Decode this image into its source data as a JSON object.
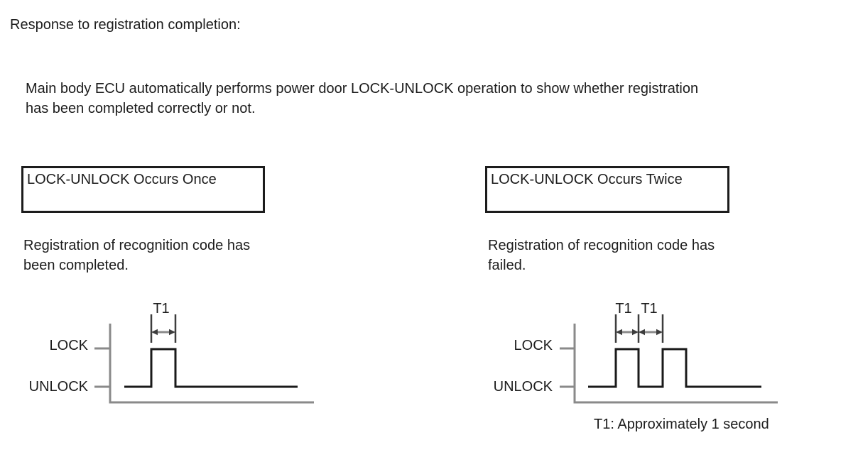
{
  "page": {
    "title": "Response to registration completion:",
    "intro_lines": [
      "Main body ECU automatically performs power door LOCK-UNLOCK operation to show whether registration",
      "has been completed correctly or not."
    ]
  },
  "colors": {
    "background": "#ffffff",
    "text": "#1c1c1c",
    "box_border": "#1c1c1c",
    "waveform_line": "#1a1a1a",
    "axis_line": "#8a8a8a",
    "dimension_line": "#3d3d3d",
    "arrow_shaft": "#8a8a8a"
  },
  "panels": {
    "left": {
      "box_label": "LOCK-UNLOCK Occurs Once",
      "description_lines": [
        "Registration of recognition code has",
        "been completed."
      ],
      "waveform": {
        "high_label": "LOCK",
        "low_label": "UNLOCK",
        "duration_labels": [
          "T1"
        ],
        "pulse_count": 1
      }
    },
    "right": {
      "box_label": "LOCK-UNLOCK Occurs Twice",
      "description_lines": [
        "Registration of recognition code has",
        "failed."
      ],
      "waveform": {
        "high_label": "LOCK",
        "low_label": "UNLOCK",
        "duration_labels": [
          "T1",
          "T1"
        ],
        "pulse_count": 2
      }
    }
  },
  "footnote": "T1: Approximately 1 second"
}
